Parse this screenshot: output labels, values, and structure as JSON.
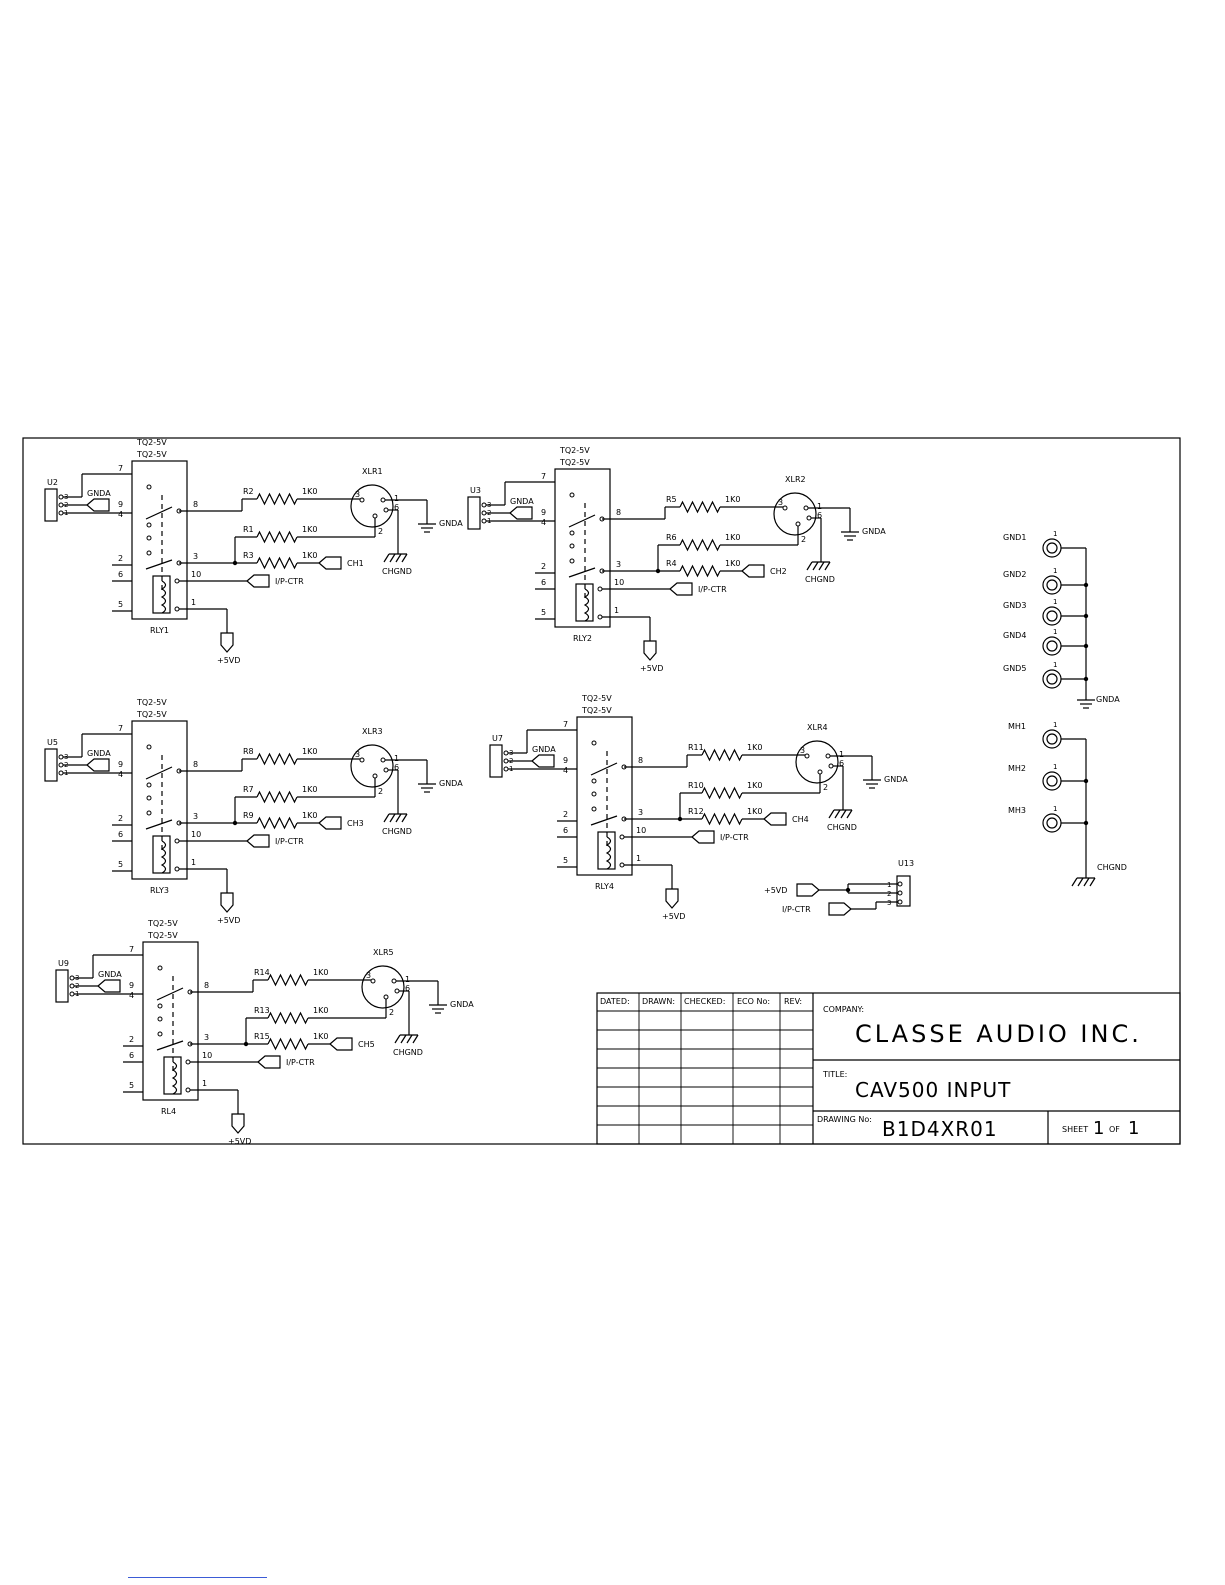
{
  "relays": [
    {
      "ref": "RLY1",
      "type_a": "TQ2-5V",
      "type_b": "TQ2-5V",
      "conn": "U2",
      "xlr": "XLR1",
      "r_top": "R2",
      "r_mid": "R1",
      "r_bot": "R3",
      "ch": "CH1"
    },
    {
      "ref": "RLY2",
      "type_a": "TQ2-5V",
      "type_b": "TQ2-5V",
      "conn": "U3",
      "xlr": "XLR2",
      "r_top": "R5",
      "r_mid": "R6",
      "r_bot": "R4",
      "ch": "CH2"
    },
    {
      "ref": "RLY3",
      "type_a": "TQ2-5V",
      "type_b": "TQ2-5V",
      "conn": "U5",
      "xlr": "XLR3",
      "r_top": "R8",
      "r_mid": "R7",
      "r_bot": "R9",
      "ch": "CH3"
    },
    {
      "ref": "RLY4",
      "type_a": "TQ2-5V",
      "type_b": "TQ2-5V",
      "conn": "U7",
      "xlr": "XLR4",
      "r_top": "R11",
      "r_mid": "R10",
      "r_bot": "R12",
      "ch": "CH4"
    },
    {
      "ref": "RL4",
      "type_a": "TQ2-5V",
      "type_b": "TQ2-5V",
      "conn": "U9",
      "xlr": "XLR5",
      "r_top": "R14",
      "r_mid": "R13",
      "r_bot": "R15",
      "ch": "CH5"
    }
  ],
  "labels": {
    "res_value": "1K0",
    "gnda": "GNDA",
    "chgnd": "CHGND",
    "ctrl": "I/P-CTR",
    "supply": "+5VD",
    "pins": [
      "1",
      "2",
      "3",
      "4",
      "5",
      "6",
      "7",
      "8",
      "9",
      "10"
    ]
  },
  "mounting": {
    "gnd": [
      "GND1",
      "GND2",
      "GND3",
      "GND4",
      "GND5"
    ],
    "mh": [
      "MH1",
      "MH2",
      "MH3"
    ],
    "gnd_label": "GNDA",
    "mh_label": "CHGND",
    "pin": "1"
  },
  "u13": {
    "ref": "U13",
    "net1": "+5VD",
    "net2": "I/P-CTR"
  },
  "title_block": {
    "headers": [
      "DATED:",
      "DRAWN:",
      "CHECKED:",
      "ECO No:",
      "REV:"
    ],
    "company_label": "COMPANY:",
    "company": "CLASSE AUDIO INC.",
    "title_label": "TITLE:",
    "title": "CAV500 INPUT",
    "drawing_label": "DRAWING No:",
    "drawing_no": "B1D4XR01",
    "sheet_label": "SHEET",
    "sheet": "1",
    "of_label": "OF",
    "of": "1"
  }
}
